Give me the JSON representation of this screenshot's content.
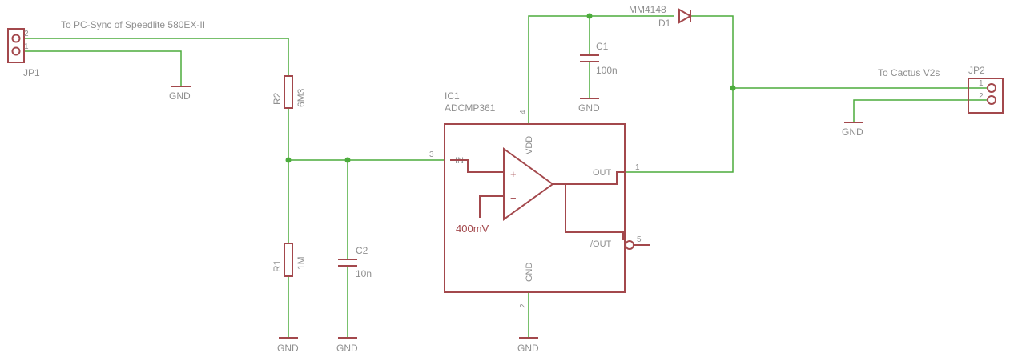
{
  "connectors": {
    "jp1": {
      "name": "JP1",
      "note": "To PC-Sync of Speedlite 580EX-II",
      "pin1": "1",
      "pin2": "2"
    },
    "jp2": {
      "name": "JP2",
      "note": "To Cactus V2s",
      "pin1": "1",
      "pin2": "2"
    }
  },
  "resistors": {
    "r2": {
      "name": "R2",
      "value": "6M3"
    },
    "r1": {
      "name": "R1",
      "value": "1M"
    }
  },
  "capacitors": {
    "c1": {
      "name": "C1",
      "value": "100n"
    },
    "c2": {
      "name": "C2",
      "value": "10n"
    }
  },
  "diode": {
    "name": "D1",
    "part": "MM4148"
  },
  "ic": {
    "name": "IC1",
    "part": "ADCMP361",
    "pins": {
      "in": "IN",
      "in_num": "3",
      "vdd": "VDD",
      "vdd_num": "4",
      "out": "OUT",
      "out_num": "1",
      "nout": "/OUT",
      "nout_num": "5",
      "gnd": "GND",
      "gnd_num": "2"
    },
    "plus": "+",
    "minus": "−",
    "reference": "400mV"
  },
  "ground_label": "GND"
}
